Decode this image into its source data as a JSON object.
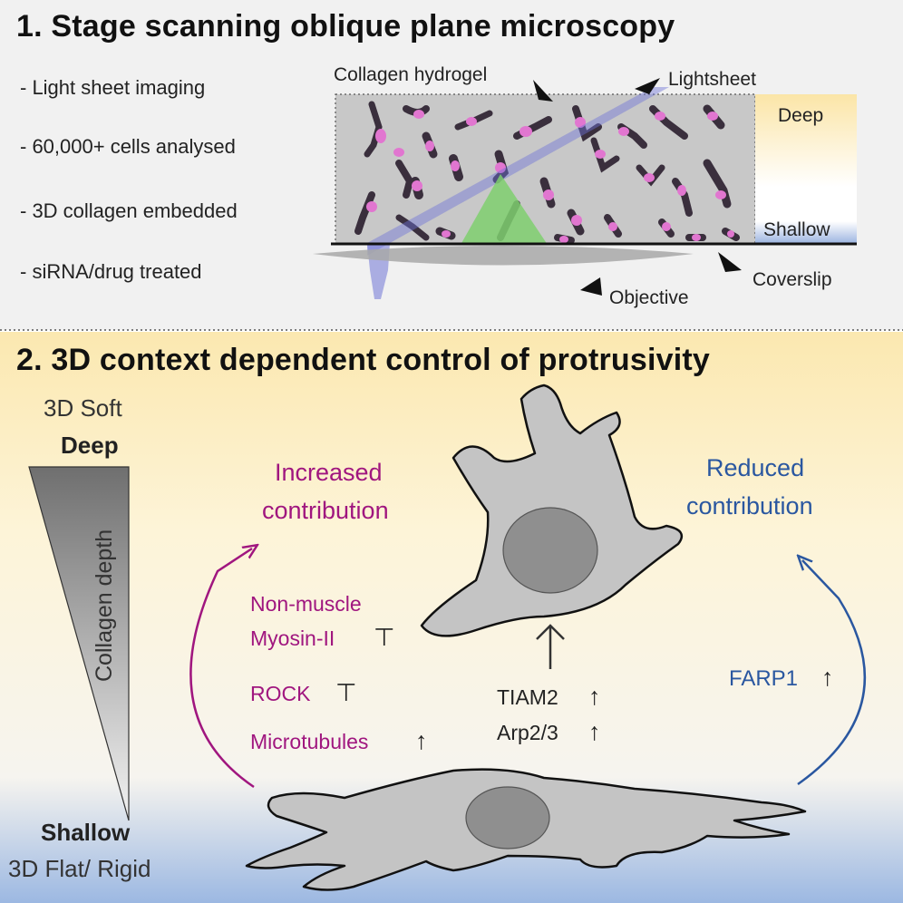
{
  "section1": {
    "title": "1.  Stage scanning oblique plane microscopy",
    "bullets": [
      "- Light sheet imaging",
      "- 60,000+ cells analysed",
      "- 3D collagen embedded",
      "- siRNA/drug treated"
    ],
    "labels": {
      "hydrogel": "Collagen hydrogel",
      "lightsheet": "Lightsheet",
      "deep": "Deep",
      "shallow": "Shallow",
      "coverslip": "Coverslip",
      "objective": "Objective"
    },
    "colors": {
      "cell_body": "#3a2f3d",
      "nucleus": "#e176d0",
      "lightsheet": "#6f74d6",
      "cone": "#7fcf6e",
      "gel": "#c8c8c8"
    }
  },
  "section2": {
    "title": "2.  3D context dependent control of protrusivity",
    "top_label": "3D Soft",
    "top_bold": "Deep",
    "axis_label": "Collagen depth",
    "bottom_bold": "Shallow",
    "bottom_label": "3D Flat/ Rigid",
    "increased": [
      "Increased",
      "contribution"
    ],
    "reduced": [
      "Reduced",
      "contribution"
    ],
    "left_factors": [
      {
        "text": "Non-muscle",
        "symbol": ""
      },
      {
        "text": "Myosin-II",
        "symbol": "⊤"
      },
      {
        "text": "ROCK",
        "symbol": "⊤"
      },
      {
        "text": "Microtubules",
        "symbol": "↑"
      }
    ],
    "center_factors": [
      {
        "text": "TIAM2",
        "symbol": "↑"
      },
      {
        "text": "Arp2/3",
        "symbol": "↑"
      }
    ],
    "right_factors": [
      {
        "text": "FARP1",
        "symbol": "↑"
      }
    ],
    "colors": {
      "increased": "#a0167f",
      "reduced": "#2a57a0",
      "cell": "#c4c4c4",
      "nucleus": "#8f8f8f"
    }
  }
}
